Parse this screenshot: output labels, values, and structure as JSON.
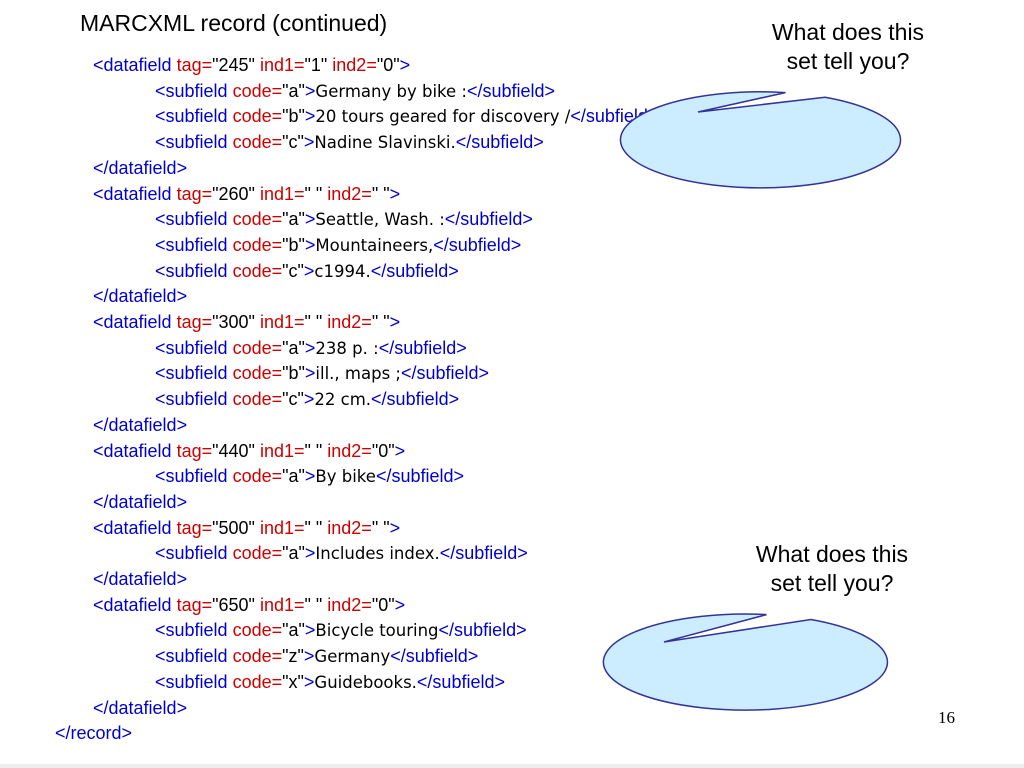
{
  "slide": {
    "title": "MARCXML record (continued)",
    "page_number": "16",
    "colors": {
      "markup": "#0000CC",
      "attribute": "#CC0000",
      "text": "#000000",
      "bubble_fill": "#CCECFF",
      "bubble_stroke": "#333399"
    }
  },
  "bubbles": [
    {
      "line1": "What does this",
      "line2": "set tell you?"
    },
    {
      "line1": "What does this",
      "line2": "set tell you?"
    }
  ],
  "code_lines": [
    {
      "indent": 1,
      "segments": [
        {
          "t": "<datafield ",
          "c": "blue"
        },
        {
          "t": "tag=",
          "c": "red"
        },
        {
          "t": "\"245\"",
          "c": "black"
        },
        {
          "t": " ind1=",
          "c": "red"
        },
        {
          "t": "\"1\"",
          "c": "black"
        },
        {
          "t": " ind2=",
          "c": "red"
        },
        {
          "t": "\"0\"",
          "c": "black"
        },
        {
          "t": ">",
          "c": "blue"
        }
      ]
    },
    {
      "indent": 2,
      "segments": [
        {
          "t": "<subfield ",
          "c": "blue"
        },
        {
          "t": "code=",
          "c": "red"
        },
        {
          "t": "\"a\"",
          "c": "black"
        },
        {
          "t": ">",
          "c": "blue"
        },
        {
          "t": "Germany by bike :",
          "c": "black",
          "v": true
        },
        {
          "t": "</subfield>",
          "c": "blue"
        }
      ]
    },
    {
      "indent": 2,
      "segments": [
        {
          "t": "<subfield ",
          "c": "blue"
        },
        {
          "t": "code=",
          "c": "red"
        },
        {
          "t": "\"b\"",
          "c": "black"
        },
        {
          "t": ">",
          "c": "blue"
        },
        {
          "t": "20 tours geared for discovery /",
          "c": "black",
          "v": true
        },
        {
          "t": "</subfield>",
          "c": "blue"
        }
      ]
    },
    {
      "indent": 2,
      "segments": [
        {
          "t": "<subfield ",
          "c": "blue"
        },
        {
          "t": "code=",
          "c": "red"
        },
        {
          "t": "\"c\"",
          "c": "black"
        },
        {
          "t": ">",
          "c": "blue"
        },
        {
          "t": "Nadine Slavinski.",
          "c": "black",
          "v": true
        },
        {
          "t": "</subfield>",
          "c": "blue"
        }
      ]
    },
    {
      "indent": 1,
      "segments": [
        {
          "t": "</datafield>",
          "c": "blue"
        }
      ]
    },
    {
      "indent": 1,
      "segments": [
        {
          "t": "<datafield ",
          "c": "blue"
        },
        {
          "t": "tag=",
          "c": "red"
        },
        {
          "t": "\"260\"",
          "c": "black"
        },
        {
          "t": " ind1=",
          "c": "red"
        },
        {
          "t": "\" \"",
          "c": "black"
        },
        {
          "t": " ind2=",
          "c": "red"
        },
        {
          "t": "\" \"",
          "c": "black"
        },
        {
          "t": ">",
          "c": "blue"
        }
      ]
    },
    {
      "indent": 2,
      "segments": [
        {
          "t": "<subfield ",
          "c": "blue"
        },
        {
          "t": "code=",
          "c": "red"
        },
        {
          "t": "\"a\"",
          "c": "black"
        },
        {
          "t": ">",
          "c": "blue"
        },
        {
          "t": "Seattle, Wash. :",
          "c": "black",
          "v": true
        },
        {
          "t": "</subfield>",
          "c": "blue"
        }
      ]
    },
    {
      "indent": 2,
      "segments": [
        {
          "t": "<subfield ",
          "c": "blue"
        },
        {
          "t": "code=",
          "c": "red"
        },
        {
          "t": "\"b\"",
          "c": "black"
        },
        {
          "t": ">",
          "c": "blue"
        },
        {
          "t": "Mountaineers,",
          "c": "black",
          "v": true
        },
        {
          "t": "</subfield>",
          "c": "blue"
        }
      ]
    },
    {
      "indent": 2,
      "segments": [
        {
          "t": "<subfield ",
          "c": "blue"
        },
        {
          "t": "code=",
          "c": "red"
        },
        {
          "t": "\"c\"",
          "c": "black"
        },
        {
          "t": ">",
          "c": "blue"
        },
        {
          "t": "c1994.",
          "c": "black",
          "v": true
        },
        {
          "t": "</subfield>",
          "c": "blue"
        }
      ]
    },
    {
      "indent": 1,
      "segments": [
        {
          "t": "</datafield>",
          "c": "blue"
        }
      ]
    },
    {
      "indent": 1,
      "segments": [
        {
          "t": "<datafield ",
          "c": "blue"
        },
        {
          "t": "tag=",
          "c": "red"
        },
        {
          "t": "\"300\"",
          "c": "black"
        },
        {
          "t": " ind1=",
          "c": "red"
        },
        {
          "t": "\" \"",
          "c": "black"
        },
        {
          "t": " ind2=",
          "c": "red"
        },
        {
          "t": "\" \"",
          "c": "black"
        },
        {
          "t": ">",
          "c": "blue"
        }
      ]
    },
    {
      "indent": 2,
      "segments": [
        {
          "t": "<subfield ",
          "c": "blue"
        },
        {
          "t": "code=",
          "c": "red"
        },
        {
          "t": "\"a\"",
          "c": "black"
        },
        {
          "t": ">",
          "c": "blue"
        },
        {
          "t": "238 p. :",
          "c": "black",
          "v": true
        },
        {
          "t": "</subfield>",
          "c": "blue"
        }
      ]
    },
    {
      "indent": 2,
      "segments": [
        {
          "t": "<subfield ",
          "c": "blue"
        },
        {
          "t": "code=",
          "c": "red"
        },
        {
          "t": "\"b\"",
          "c": "black"
        },
        {
          "t": ">",
          "c": "blue"
        },
        {
          "t": "ill., maps ;",
          "c": "black",
          "v": true
        },
        {
          "t": "</subfield>",
          "c": "blue"
        }
      ]
    },
    {
      "indent": 2,
      "segments": [
        {
          "t": "<subfield ",
          "c": "blue"
        },
        {
          "t": "code=",
          "c": "red"
        },
        {
          "t": "\"c\"",
          "c": "black"
        },
        {
          "t": ">",
          "c": "blue"
        },
        {
          "t": "22 cm.",
          "c": "black",
          "v": true
        },
        {
          "t": "</subfield>",
          "c": "blue"
        }
      ]
    },
    {
      "indent": 1,
      "segments": [
        {
          "t": "</datafield>",
          "c": "blue"
        }
      ]
    },
    {
      "indent": 1,
      "segments": [
        {
          "t": "<datafield ",
          "c": "blue"
        },
        {
          "t": "tag=",
          "c": "red"
        },
        {
          "t": "\"440\"",
          "c": "black"
        },
        {
          "t": " ind1=",
          "c": "red"
        },
        {
          "t": "\" \"",
          "c": "black"
        },
        {
          "t": " ind2=",
          "c": "red"
        },
        {
          "t": "\"0\"",
          "c": "black"
        },
        {
          "t": ">",
          "c": "blue"
        }
      ]
    },
    {
      "indent": 2,
      "segments": [
        {
          "t": "<subfield ",
          "c": "blue"
        },
        {
          "t": "code=",
          "c": "red"
        },
        {
          "t": "\"a\"",
          "c": "black"
        },
        {
          "t": ">",
          "c": "blue"
        },
        {
          "t": "By bike",
          "c": "black",
          "v": true
        },
        {
          "t": "</subfield>",
          "c": "blue"
        }
      ]
    },
    {
      "indent": 1,
      "segments": [
        {
          "t": "</datafield>",
          "c": "blue"
        }
      ]
    },
    {
      "indent": 1,
      "segments": [
        {
          "t": "<datafield ",
          "c": "blue"
        },
        {
          "t": "tag=",
          "c": "red"
        },
        {
          "t": "\"500\"",
          "c": "black"
        },
        {
          "t": " ind1=",
          "c": "red"
        },
        {
          "t": "\" \"",
          "c": "black"
        },
        {
          "t": " ind2=",
          "c": "red"
        },
        {
          "t": "\" \"",
          "c": "black"
        },
        {
          "t": ">",
          "c": "blue"
        }
      ]
    },
    {
      "indent": 2,
      "segments": [
        {
          "t": "<subfield ",
          "c": "blue"
        },
        {
          "t": "code=",
          "c": "red"
        },
        {
          "t": "\"a\"",
          "c": "black"
        },
        {
          "t": ">",
          "c": "blue"
        },
        {
          "t": "Includes index.",
          "c": "black",
          "v": true
        },
        {
          "t": "</subfield>",
          "c": "blue"
        }
      ]
    },
    {
      "indent": 1,
      "segments": [
        {
          "t": "</datafield>",
          "c": "blue"
        }
      ]
    },
    {
      "indent": 1,
      "segments": [
        {
          "t": "<datafield ",
          "c": "blue"
        },
        {
          "t": "tag=",
          "c": "red"
        },
        {
          "t": "\"650\"",
          "c": "black"
        },
        {
          "t": " ind1=",
          "c": "red"
        },
        {
          "t": "\" \"",
          "c": "black"
        },
        {
          "t": " ind2=",
          "c": "red"
        },
        {
          "t": "\"0\"",
          "c": "black"
        },
        {
          "t": ">",
          "c": "blue"
        }
      ]
    },
    {
      "indent": 2,
      "segments": [
        {
          "t": "<subfield ",
          "c": "blue"
        },
        {
          "t": "code=",
          "c": "red"
        },
        {
          "t": "\"a\"",
          "c": "black"
        },
        {
          "t": ">",
          "c": "blue"
        },
        {
          "t": "Bicycle touring",
          "c": "black",
          "v": true
        },
        {
          "t": "</subfield>",
          "c": "blue"
        }
      ]
    },
    {
      "indent": 2,
      "segments": [
        {
          "t": "<subfield ",
          "c": "blue"
        },
        {
          "t": "code=",
          "c": "red"
        },
        {
          "t": "\"z\"",
          "c": "black"
        },
        {
          "t": ">",
          "c": "blue"
        },
        {
          "t": "Germany",
          "c": "black",
          "v": true
        },
        {
          "t": "</subfield>",
          "c": "blue"
        }
      ]
    },
    {
      "indent": 2,
      "segments": [
        {
          "t": "<subfield ",
          "c": "blue"
        },
        {
          "t": "code=",
          "c": "red"
        },
        {
          "t": "\"x\"",
          "c": "black"
        },
        {
          "t": ">",
          "c": "blue"
        },
        {
          "t": "Guidebooks.",
          "c": "black",
          "v": true
        },
        {
          "t": "</subfield>",
          "c": "blue"
        }
      ]
    },
    {
      "indent": 1,
      "segments": [
        {
          "t": "</datafield>",
          "c": "blue"
        }
      ]
    },
    {
      "indent": 0,
      "segments": [
        {
          "t": "</record>",
          "c": "blue"
        }
      ]
    }
  ]
}
